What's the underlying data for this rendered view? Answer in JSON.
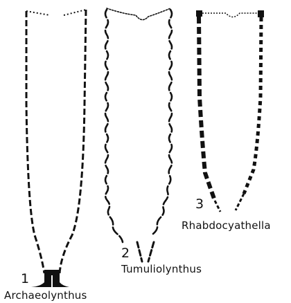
{
  "figure": {
    "line_color": "#111111",
    "background": "#ffffff",
    "specimens": [
      {
        "number": "1",
        "name": "Archaeolynthus"
      },
      {
        "number": "2",
        "name": "Tumuliolynthus"
      },
      {
        "number": "3",
        "name": "Rhabdocyathella"
      }
    ]
  }
}
